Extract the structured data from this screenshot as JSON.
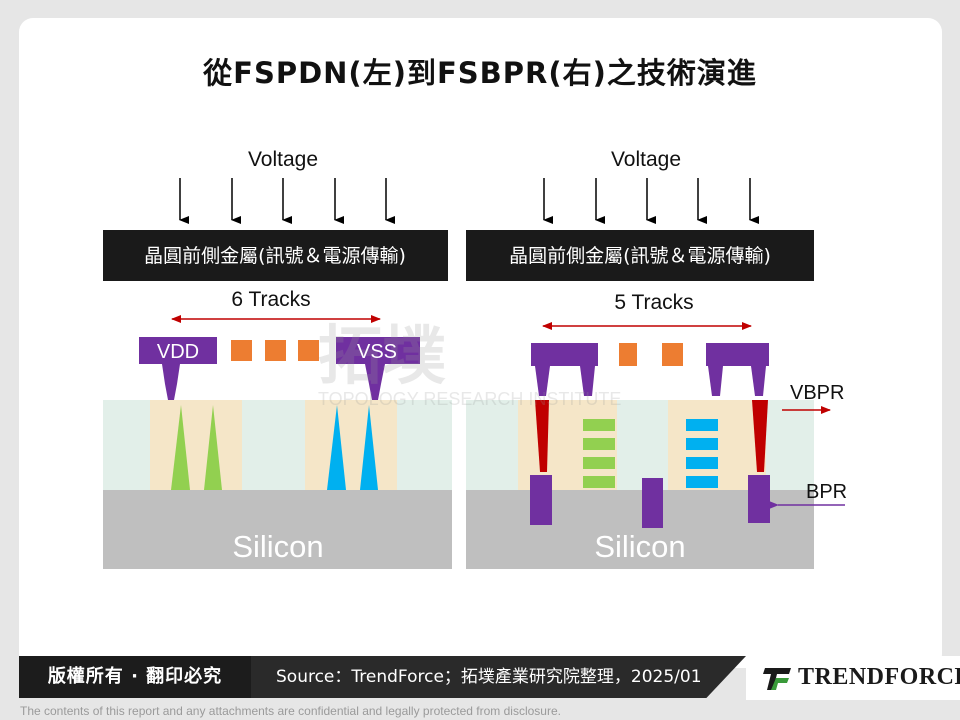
{
  "title": "從FSPDN(左)到FSBPR(右)之技術演進",
  "left": {
    "voltage_label": "Voltage",
    "banner_text": "晶圓前側金屬(訊號＆電源傳輸)",
    "tracks_label": "6 Tracks",
    "vdd_label": "VDD",
    "vss_label": "VSS",
    "silicon_label": "Silicon"
  },
  "right": {
    "voltage_label": "Voltage",
    "banner_text": "晶圓前側金屬(訊號＆電源傳輸)",
    "tracks_label": "5 Tracks",
    "vbpr_label": "VBPR",
    "bpr_label": "BPR",
    "silicon_label": "Silicon"
  },
  "watermark": {
    "main": "拓墣",
    "sub": "TOPOLOGY RESEARCH INSTITUTE"
  },
  "footer": {
    "copyright": "版權所有 · 翻印必究",
    "source": "Source：TrendForce；拓墣產業研究院整理，2025/01",
    "brand": "TRENDFORCE",
    "disclaimer": "The contents of this report and any attachments are confidential and legally protected from disclosure."
  },
  "colors": {
    "power_rail": "#7030a0",
    "signal_track": "#ed7d31",
    "green_fin": "#92d050",
    "blue_fin": "#00b0f0",
    "via_red": "#c00000",
    "silicon": "#bfbfbf",
    "active": "#f5e6c8",
    "substrate_top": "#e2efe9",
    "banner": "#1a1a1a"
  }
}
